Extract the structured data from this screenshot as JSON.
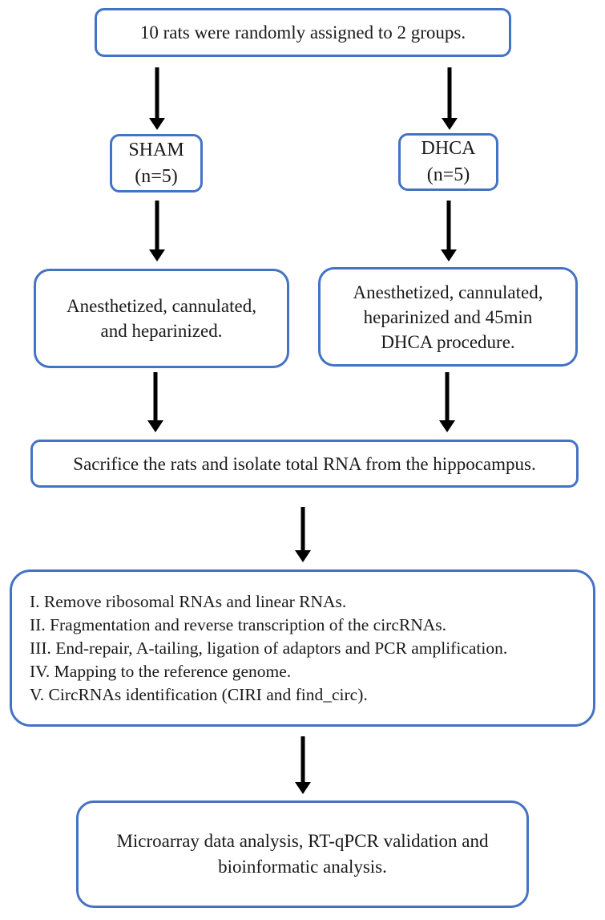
{
  "figure": {
    "type": "flowchart",
    "accent_color": "#4472C4",
    "arrow_color": "#000000"
  },
  "nodes": {
    "assignment": {
      "text": "10 rats were randomly assigned to 2 groups."
    },
    "sham": {
      "lines": [
        "SHAM",
        "(n=5)"
      ]
    },
    "dhca": {
      "lines": [
        "DHCA",
        "(n=5)"
      ]
    },
    "sham_procedure": {
      "lines": [
        "Anesthetized, cannulated,",
        "and heparinized."
      ]
    },
    "dhca_procedure": {
      "lines": [
        "Anesthetized, cannulated,",
        "heparinized and 45min",
        "DHCA procedure."
      ]
    },
    "sacrifice": {
      "text": "Sacrifice the rats and isolate total RNA from the hippocampus."
    },
    "library_steps": {
      "steps": [
        "I. Remove ribosomal RNAs and linear RNAs.",
        "II. Fragmentation and reverse transcription of the circRNAs.",
        "III. End-repair, A-tailing, ligation of adaptors and PCR amplification.",
        "IV. Mapping to the reference genome.",
        "V. CircRNAs identification (CIRI and find_circ)."
      ]
    },
    "analysis": {
      "lines": [
        "Microarray data analysis, RT-qPCR validation and",
        "bioinformatic analysis."
      ]
    }
  }
}
